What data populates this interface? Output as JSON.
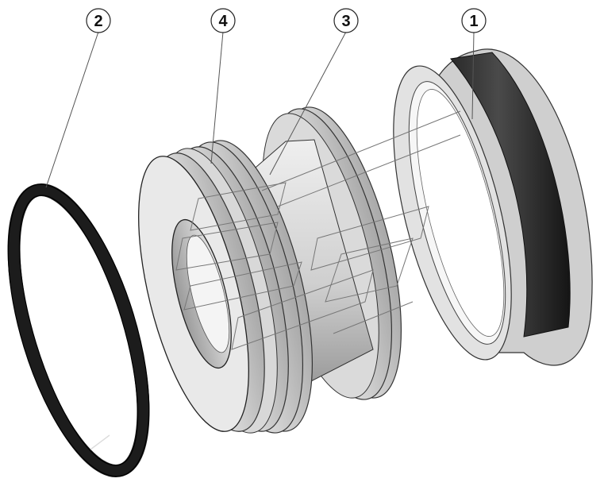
{
  "callouts": [
    {
      "id": "1",
      "label": "1"
    },
    {
      "id": "2",
      "label": "2"
    },
    {
      "id": "3",
      "label": "3"
    },
    {
      "id": "4",
      "label": "4"
    }
  ],
  "colors": {
    "rubber": "#1f1f1f",
    "metal_light": "#e6e6e6",
    "metal_mid": "#bdbdbd",
    "metal_dark": "#8a8a8a",
    "outline": "#333333",
    "background": "#ffffff"
  }
}
